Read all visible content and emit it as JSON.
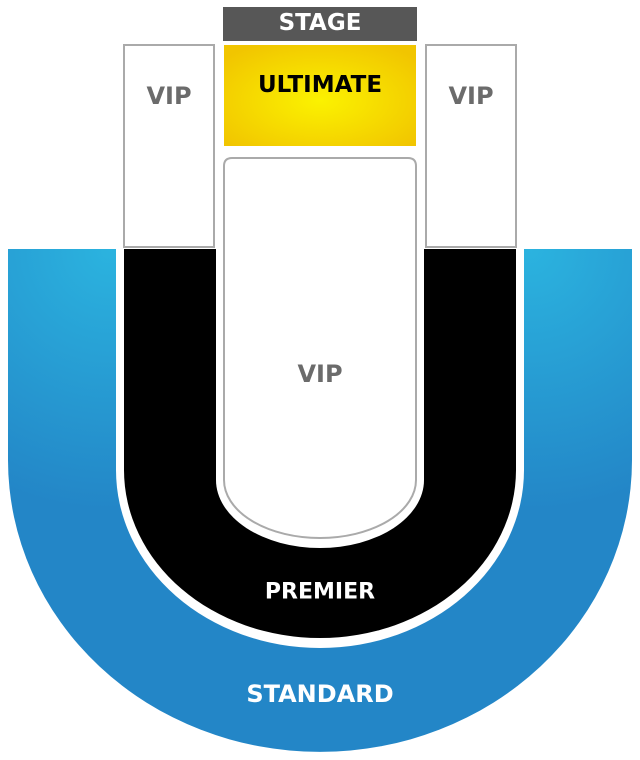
{
  "sections": {
    "stage": "STAGE",
    "ultimate": "ULTIMATE",
    "vip_left": "VIP",
    "vip_right": "VIP",
    "vip_center": "VIP",
    "premier": "PREMIER",
    "standard": "STANDARD"
  },
  "colors": {
    "stage": "#575757",
    "ultimate_center": "#fbf200",
    "ultimate_edge": "#f1c500",
    "premier": "#000000",
    "standard": "#2386c7",
    "standard_highlight": "#2bb3df",
    "vip_outline": "#aaaaaa",
    "vip_text": "#6b6b6b"
  }
}
